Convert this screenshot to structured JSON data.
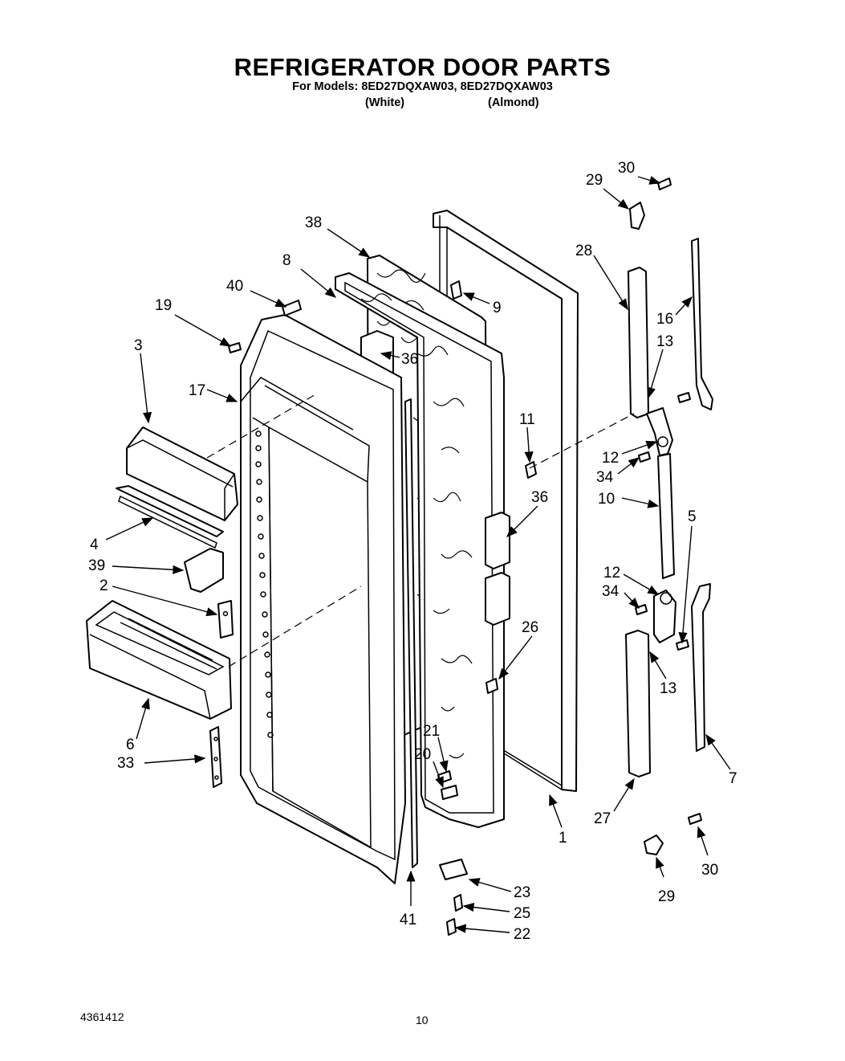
{
  "header": {
    "title": "REFRIGERATOR DOOR PARTS",
    "subtitle": "For Models: 8ED27DQXAW03, 8ED27DQXAW03",
    "color_left": "(White)",
    "color_right": "(Almond)"
  },
  "footer": {
    "doc_number": "4361412",
    "page_number": "10"
  },
  "callouts": [
    "30",
    "29",
    "38",
    "28",
    "8",
    "9",
    "40",
    "16",
    "19",
    "13",
    "36",
    "3",
    "17",
    "11",
    "12",
    "34",
    "36",
    "10",
    "4",
    "5",
    "39",
    "2",
    "12",
    "34",
    "26",
    "13",
    "6",
    "21",
    "33",
    "20",
    "7",
    "27",
    "1",
    "23",
    "30",
    "25",
    "41",
    "29",
    "22"
  ]
}
